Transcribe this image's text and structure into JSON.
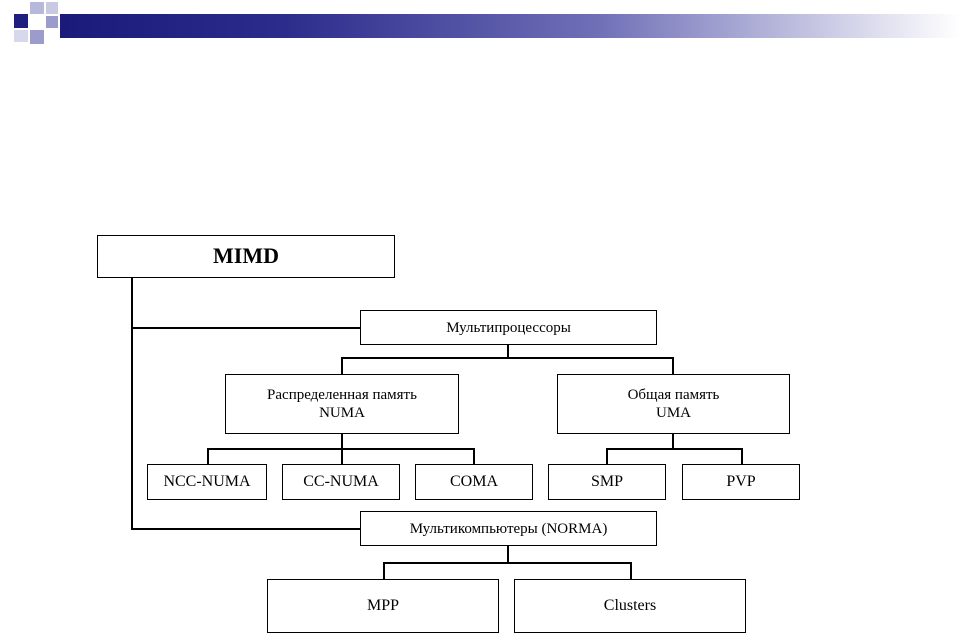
{
  "diagram": {
    "root": "MIMD",
    "multiprocessors": "Мультипроцессоры",
    "numa": {
      "line1": "Распределенная память",
      "line2": "NUMA"
    },
    "uma": {
      "line1": "Общая память",
      "line2": "UMA"
    },
    "ncc_numa": "NCC-NUMA",
    "cc_numa": "CC-NUMA",
    "coma": "COMA",
    "smp": "SMP",
    "pvp": "PVP",
    "multicomputers": "Мультикомпьютеры (NORMA)",
    "mpp": "MPP",
    "clusters": "Clusters"
  },
  "theme": {
    "banner_dark": "#1a1a7a",
    "square_dark": "#1f1f80",
    "square_light": "#9b9bcc"
  }
}
